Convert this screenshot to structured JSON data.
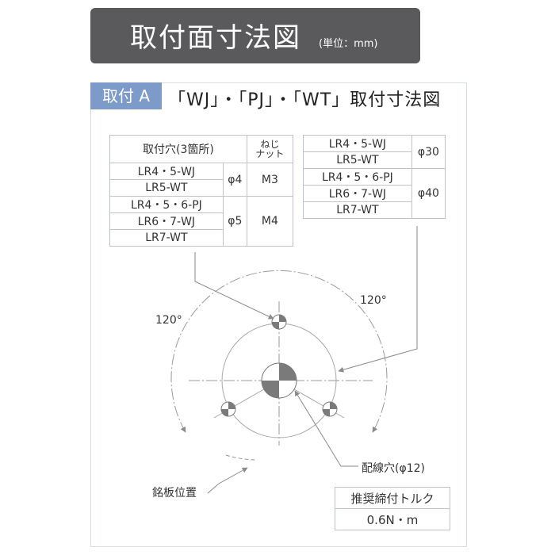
{
  "header": {
    "title": "取付面寸法図",
    "unit": "(単位：mm)"
  },
  "section": {
    "tag": "取付 A",
    "title": "「WJ」・「PJ」・「WT」取付寸法図"
  },
  "left_table": {
    "header_hole": "取付穴(3箇所)",
    "header_nut_line1": "ねじ",
    "header_nut_line2": "ナット",
    "group1": {
      "models": [
        "LR4・5-WJ",
        "LR5-WT"
      ],
      "hole": "φ4",
      "nut": "M3"
    },
    "group2": {
      "models": [
        "LR4・5・6-PJ",
        "LR6・7-WJ",
        "LR7-WT"
      ],
      "hole": "φ5",
      "nut": "M4"
    }
  },
  "right_table": {
    "group1": {
      "models": [
        "LR4・5-WJ",
        "LR5-WT"
      ],
      "size": "φ30"
    },
    "group2": {
      "models": [
        "LR4・5・6-PJ",
        "LR6・7-WJ",
        "LR7-WT"
      ],
      "size": "φ40"
    }
  },
  "diagram": {
    "angle_left": "120°",
    "angle_right": "120°",
    "wiring_hole": "配線穴(φ12)",
    "nameplate": "銘板位置"
  },
  "torque_table": {
    "header": "推奨締付トルク",
    "value": "0.6N・m"
  },
  "colors": {
    "title_bg": "#5a5a5c",
    "tag_bg": "#7d9bc8",
    "line": "#9a9a9a",
    "quarter_fill": "#7a7a7a"
  }
}
